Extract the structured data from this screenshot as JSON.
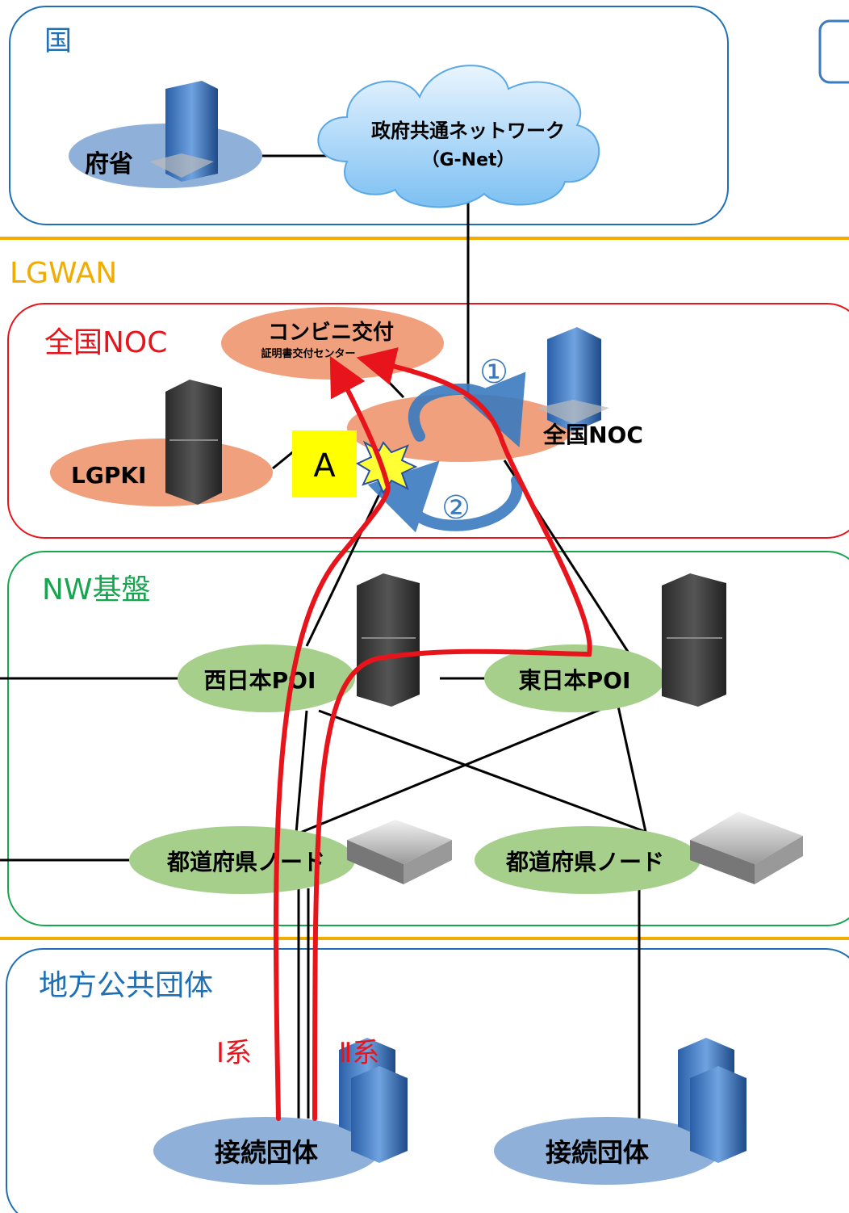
{
  "zones": {
    "kuni": {
      "title": "国",
      "color": "#1f6fb5"
    },
    "lgwan": {
      "title": "LGWAN",
      "color": "#f0ac00"
    },
    "zenkoku_noc": {
      "title": "全国NOC",
      "color": "#e8141c"
    },
    "nw_kiban": {
      "title": "NW基盤",
      "color": "#18a550"
    },
    "chiho": {
      "title": "地方公共団体",
      "color": "#1f6fb5"
    }
  },
  "nodes": {
    "fusho": "府省",
    "gnet_line1": "政府共通ネットワーク",
    "gnet_line2": "（G-Net）",
    "conbini_line1": "コンビニ交付",
    "conbini_line2": "証明書交付センター",
    "noc_center": "全国NOC",
    "lgpki": "LGPKI",
    "west_poi": "西日本POI",
    "east_poi": "東日本POI",
    "pref_node_left": "都道府県ノード",
    "pref_node_right": "都道府県ノード",
    "member_left": "接続団体",
    "member_right": "接続団体"
  },
  "labels": {
    "fault_marker": "A",
    "step1": "①",
    "step2": "②",
    "route1": "Ⅰ系",
    "route2": "Ⅱ系"
  },
  "colors": {
    "route": "#e8141c",
    "rotation_arrow": "#3a7bbf",
    "noc_ellipse": "#f0a07c",
    "poi_ellipse": "#a6cf8c",
    "member_ellipse": "#8fb0d8",
    "marker_bg": "#ffff00",
    "burst": "#ffff33"
  }
}
